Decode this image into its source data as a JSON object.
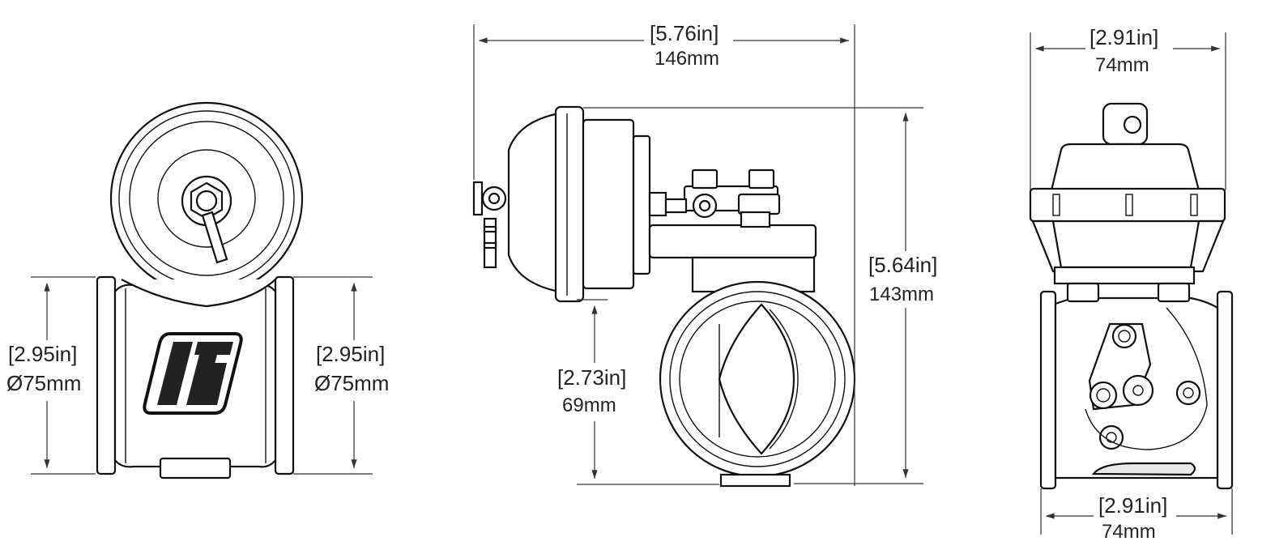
{
  "dimensions": {
    "left_height_in": "[2.95in]",
    "left_height_mm": "Ø75mm",
    "left_outlet_in": "[2.95in]",
    "left_outlet_mm": "Ø75mm",
    "width_in": "[5.76in]",
    "width_mm": "146mm",
    "height_in": "[5.64in]",
    "height_mm": "143mm",
    "center_in": "[2.73in]",
    "center_mm": "69mm",
    "side_top_in": "[2.91in]",
    "side_top_mm": "74mm",
    "side_bottom_in": "[2.91in]",
    "side_bottom_mm": "74mm"
  }
}
